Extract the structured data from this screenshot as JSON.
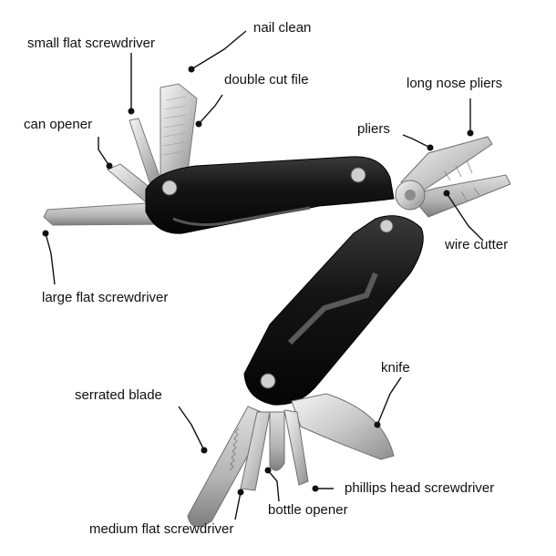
{
  "labels": {
    "nail_clean": "nail clean",
    "small_flat_screwdriver": "small flat screwdriver",
    "double_cut_file": "double cut file",
    "long_nose_pliers": "long nose pliers",
    "can_opener": "can opener",
    "pliers": "pliers",
    "wire_cutter": "wire cutter",
    "large_flat_screwdriver": "large flat screwdriver",
    "knife": "knife",
    "serrated_blade": "serrated blade",
    "phillips_head_screwdriver": "phillips head screwdriver",
    "bottle_opener": "bottle opener",
    "medium_flat_screwdriver": "medium flat screwdriver"
  },
  "colors": {
    "handle": "#161616",
    "steel_light": "#e6e6e6",
    "steel_mid": "#bdbdbd",
    "steel_dark": "#8a8a8a",
    "leader": "#111111"
  }
}
